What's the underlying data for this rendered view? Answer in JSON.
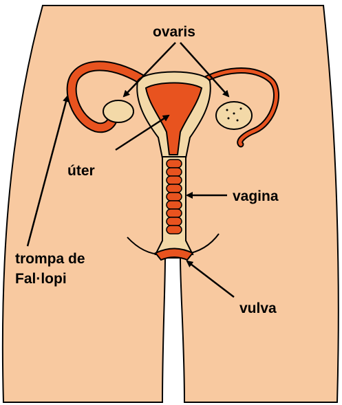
{
  "labels": {
    "ovaries": "ovaris",
    "uterus": "úter",
    "vagina": "vagina",
    "fallopian_tube_line1": "trompa de",
    "fallopian_tube_line2": "Fal·lopi",
    "vulva": "vulva"
  },
  "colors": {
    "skin": "#F8C9A0",
    "organ": "#E8531F",
    "organ_light": "#F3D9A8",
    "outline": "#000000",
    "background": "#FFFFFF"
  }
}
